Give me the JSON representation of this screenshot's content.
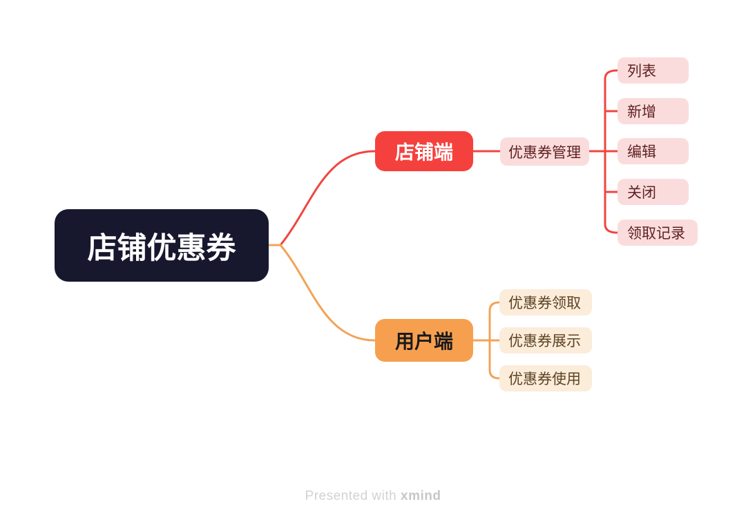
{
  "colors": {
    "canvas_bg": "#FFFFFF",
    "root_bg": "#17172E",
    "root_text": "#FFFFFF",
    "store_bg": "#F5413D",
    "store_text": "#FFFFFF",
    "store_line": "#F0453F",
    "store_child_bg": "#FBDCDC",
    "store_child_text": "#5E2223",
    "user_bg": "#F6A04F",
    "user_text": "#1A1A1A",
    "user_line": "#F2A358",
    "user_child_bg": "#FCECDA",
    "user_child_text": "#5C4324",
    "footer_text": "#D2D2D2"
  },
  "mindmap": {
    "root": {
      "label": "店铺优惠券"
    },
    "branches": [
      {
        "label": "店铺端",
        "children": [
          {
            "label": "优惠券管理",
            "children": [
              {
                "label": "列表"
              },
              {
                "label": "新增"
              },
              {
                "label": "编辑"
              },
              {
                "label": "关闭"
              },
              {
                "label": "领取记录"
              }
            ]
          }
        ]
      },
      {
        "label": "用户端",
        "children": [
          {
            "label": "优惠券领取"
          },
          {
            "label": "优惠券展示"
          },
          {
            "label": "优惠券使用"
          }
        ]
      }
    ]
  },
  "footer": {
    "prefix": "Presented with ",
    "brand": "xmind"
  }
}
